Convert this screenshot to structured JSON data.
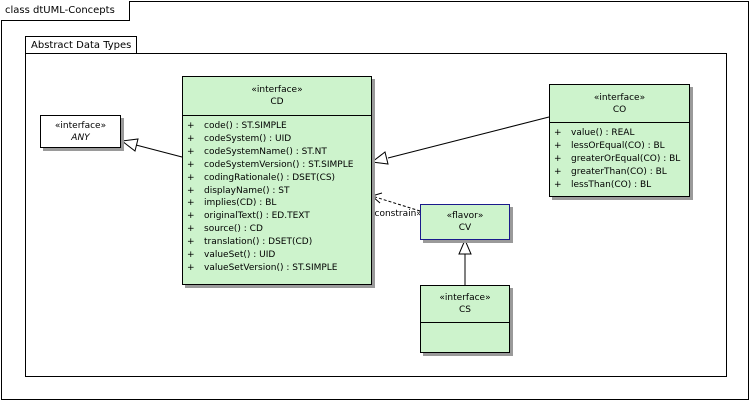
{
  "diagram": {
    "frame_title": "class dtUML-Concepts",
    "package_title": "Abstract Data Types"
  },
  "classes": {
    "any": {
      "stereotype": "«interface»",
      "name": "ANY"
    },
    "cd": {
      "stereotype": "«interface»",
      "name": "CD",
      "operations": [
        {
          "vis": "+",
          "sig": "code() : ST.SIMPLE"
        },
        {
          "vis": "+",
          "sig": "codeSystem() : UID"
        },
        {
          "vis": "+",
          "sig": "codeSystemName() : ST.NT"
        },
        {
          "vis": "+",
          "sig": "codeSystemVersion() : ST.SIMPLE"
        },
        {
          "vis": "+",
          "sig": "codingRationale() : DSET(CS)"
        },
        {
          "vis": "+",
          "sig": "displayName() : ST"
        },
        {
          "vis": "+",
          "sig": "implies(CD) : BL"
        },
        {
          "vis": "+",
          "sig": "originalText() : ED.TEXT"
        },
        {
          "vis": "+",
          "sig": "source() : CD"
        },
        {
          "vis": "+",
          "sig": "translation() : DSET(CD)"
        },
        {
          "vis": "+",
          "sig": "valueSet() : UID"
        },
        {
          "vis": "+",
          "sig": "valueSetVersion() : ST.SIMPLE"
        }
      ]
    },
    "co": {
      "stereotype": "«interface»",
      "name": "CO",
      "operations": [
        {
          "vis": "+",
          "sig": "value() : REAL"
        },
        {
          "vis": "+",
          "sig": "lessOrEqual(CO) : BL"
        },
        {
          "vis": "+",
          "sig": "greaterOrEqual(CO) : BL"
        },
        {
          "vis": "+",
          "sig": "greaterThan(CO) : BL"
        },
        {
          "vis": "+",
          "sig": "lessThan(CO) : BL"
        }
      ]
    },
    "cv": {
      "stereotype": "«flavor»",
      "name": "CV"
    },
    "cs": {
      "stereotype": "«interface»",
      "name": "CS"
    }
  },
  "relations": {
    "constrain_label": "«constrain»"
  },
  "colors": {
    "class_fill": "#cdf3cc",
    "flavor_border": "#1a1a8c"
  }
}
